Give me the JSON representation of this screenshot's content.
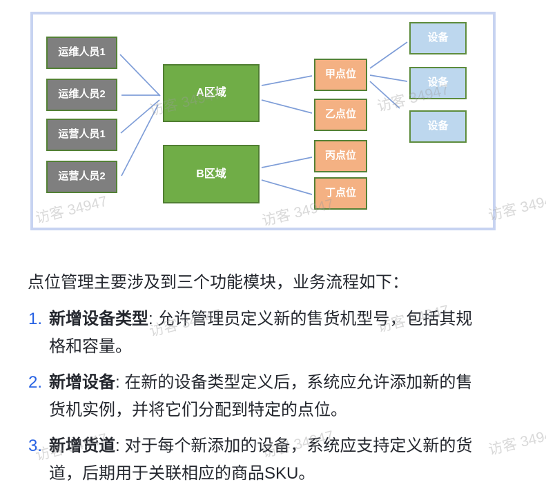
{
  "diagram": {
    "actors": [
      "运维人员1",
      "运维人员2",
      "运营人员1",
      "运营人员2"
    ],
    "areas": [
      "A区域",
      "B区域"
    ],
    "points": [
      "甲点位",
      "乙点位",
      "丙点位",
      "丁点位"
    ],
    "devices": [
      "设备",
      "设备",
      "设备"
    ],
    "colors": {
      "actor_fill": "#7f7f7f",
      "area_fill": "#70ad47",
      "point_fill": "#f4b183",
      "device_fill": "#bdd7ee",
      "box_border_green": "#538135",
      "connector": "#7f9ed8",
      "frame_border": "#c7d3f1"
    }
  },
  "watermark": {
    "text": "访客 34947"
  },
  "content": {
    "intro": "点位管理主要涉及到三个功能模块，业务流程如下：",
    "number_color": "#2661e3",
    "list": [
      {
        "num": "1.",
        "title": "新增设备类型",
        "text": ": 允许管理员定义新的售货机型号，包括其规格和容量。"
      },
      {
        "num": "2.",
        "title": "新增设备",
        "text": ": 在新的设备类型定义后，系统应允许添加新的售货机实例，并将它们分配到特定的点位。"
      },
      {
        "num": "3.",
        "title": "新增货道",
        "text": ": 对于每个新添加的设备，系统应支持定义新的货道，后期用于关联相应的商品SKU。"
      }
    ]
  }
}
